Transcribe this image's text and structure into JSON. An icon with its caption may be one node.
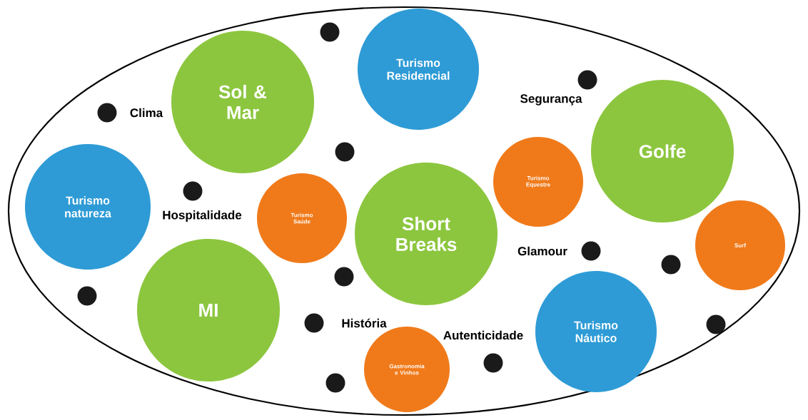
{
  "diagram": {
    "nodes": [
      {
        "text": [],
        "shape": "ellipse"
      },
      {
        "text": [
          "Turismo Residencial"
        ],
        "in": 0
      },
      {
        "text": [
          "Sol & Mar"
        ],
        "in": 0
      },
      {
        "text": [
          "Golfe"
        ],
        "in": 0
      },
      {
        "text": [
          "Turismo Equestre"
        ],
        "in": 0
      },
      {
        "text": [
          "Turismo natureza"
        ],
        "in": 0
      },
      {
        "text": [
          "Turismo Saúde"
        ],
        "in": 0
      },
      {
        "text": [
          "Short Breaks"
        ],
        "in": 0
      },
      {
        "text": [
          "Surf"
        ],
        "in": 0
      },
      {
        "text": [
          "MI"
        ],
        "in": 0
      },
      {
        "text": [
          "Turismo Náutico"
        ],
        "in": 0
      },
      {
        "text": [
          "Gastronomia e Vinhos"
        ],
        "in": 0
      },
      {
        "text": [],
        "shape": "circle",
        "in": 0
      },
      {
        "text": [],
        "shape": "circle",
        "in": 0
      },
      {
        "text": [],
        "shape": "circle",
        "in": 0
      },
      {
        "text": [],
        "shape": "circle",
        "in": 0
      },
      {
        "text": [],
        "shape": "circle",
        "in": 0
      },
      {
        "text": [],
        "shape": "circle",
        "in": 0
      },
      {
        "text": [],
        "shape": "circle",
        "in": 0
      },
      {
        "text": [],
        "shape": "circle",
        "in": 0
      },
      {
        "text": [],
        "shape": "circle",
        "in": 0
      },
      {
        "text": [],
        "shape": "circle",
        "in": 0
      },
      {
        "text": [],
        "shape": "circle",
        "in": 0
      },
      {
        "text": [],
        "shape": "circle",
        "in": 0
      },
      {
        "text": [],
        "shape": "circle",
        "in": 0
      }
    ],
    "labels": [
      "Segurança",
      "Clima",
      "Hospitalidade",
      "Glamour",
      "História",
      "Autenticidade"
    ]
  }
}
